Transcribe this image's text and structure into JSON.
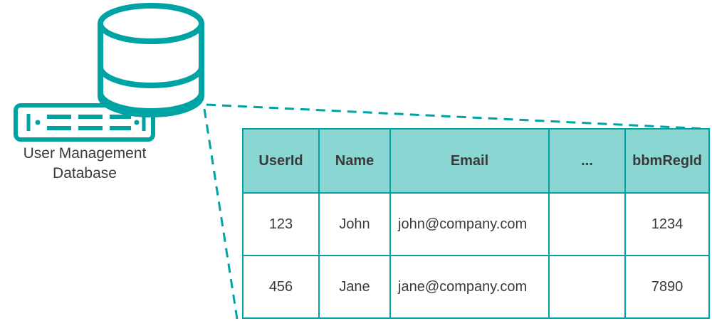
{
  "colors": {
    "teal": "#00A3A3",
    "header_fill": "#8AD6D3",
    "text": "#3A3A3A"
  },
  "icons": {
    "database_icon": "database-cylinder",
    "server_icon": "server-rack",
    "projection_lines": "dashed-zoom-callout"
  },
  "diagram": {
    "label_line1": "User Management",
    "label_line2": "Database"
  },
  "table": {
    "headers": [
      "UserId",
      "Name",
      "Email",
      "...",
      "bbmRegId"
    ],
    "rows": [
      {
        "cells": [
          "123",
          "John",
          "john@company.com",
          "",
          "1234"
        ]
      },
      {
        "cells": [
          "456",
          "Jane",
          "jane@company.com",
          "",
          "7890"
        ]
      }
    ]
  }
}
